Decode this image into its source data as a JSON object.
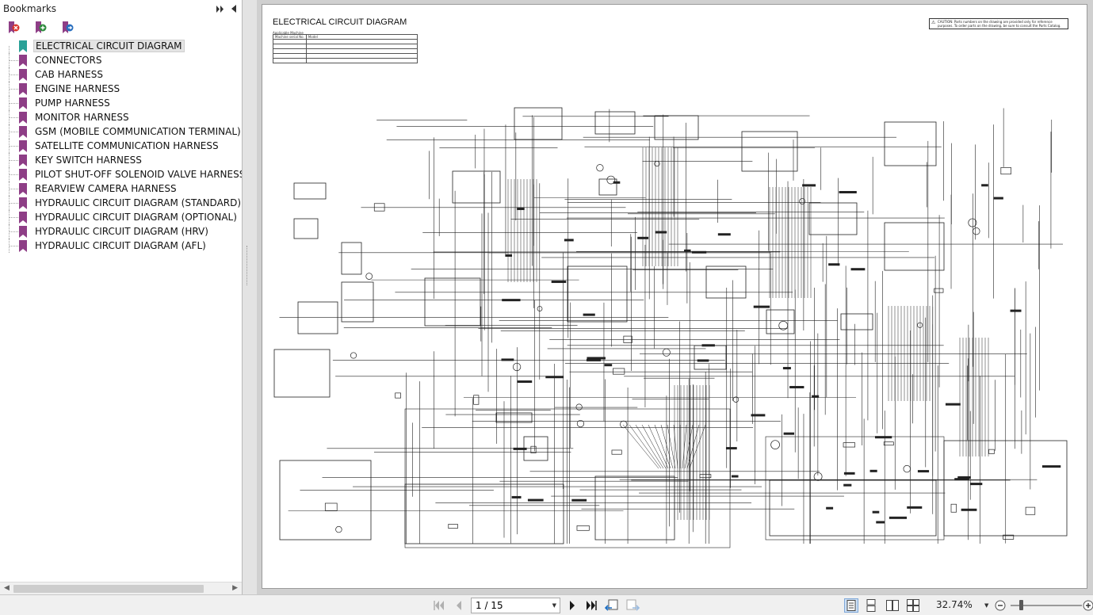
{
  "sidebar": {
    "title": "Bookmarks",
    "collapse_icon": "double-chevron-right-icon",
    "close_icon": "triangle-left-icon",
    "toolbar": [
      "delete-bookmark-icon",
      "add-bookmark-icon",
      "go-to-bookmark-icon"
    ],
    "items": [
      {
        "label": "ELECTRICAL CIRCUIT DIAGRAM",
        "selected": true
      },
      {
        "label": "CONNECTORS"
      },
      {
        "label": "CAB HARNESS"
      },
      {
        "label": "ENGINE HARNESS"
      },
      {
        "label": "PUMP HARNESS"
      },
      {
        "label": "MONITOR HARNESS"
      },
      {
        "label": "GSM (MOBILE COMMUNICATION TERMINAL) HA"
      },
      {
        "label": "SATELLITE COMMUNICATION HARNESS"
      },
      {
        "label": "KEY SWITCH HARNESS"
      },
      {
        "label": "PILOT SHUT-OFF SOLENOID VALVE HARNESS"
      },
      {
        "label": "REARVIEW CAMERA HARNESS"
      },
      {
        "label": "HYDRAULIC CIRCUIT DIAGRAM (STANDARD)"
      },
      {
        "label": "HYDRAULIC CIRCUIT DIAGRAM (OPTIONAL)"
      },
      {
        "label": "HYDRAULIC CIRCUIT DIAGRAM (HRV)"
      },
      {
        "label": "HYDRAULIC CIRCUIT DIAGRAM (AFL)"
      }
    ]
  },
  "document": {
    "title": "ELECTRICAL CIRCUIT DIAGRAM",
    "caution": "CAUTION: Parts numbers on the drawing are provided only for reference purposes. To order parts on the drawing, be sure to consult the Parts Catalog.",
    "spec_label": "Applicable Machine",
    "spec_header": [
      "Machine serial No.",
      "Model"
    ]
  },
  "bottombar": {
    "page_display": "1 / 15",
    "zoom": "32.74%",
    "zoom_fraction": 0.15
  },
  "colors": {
    "bookmark_flag": "#8e3e86",
    "bookmark_flag_selected": "#2aa197",
    "page_bg": "#ffffff",
    "wire": "#222222"
  }
}
